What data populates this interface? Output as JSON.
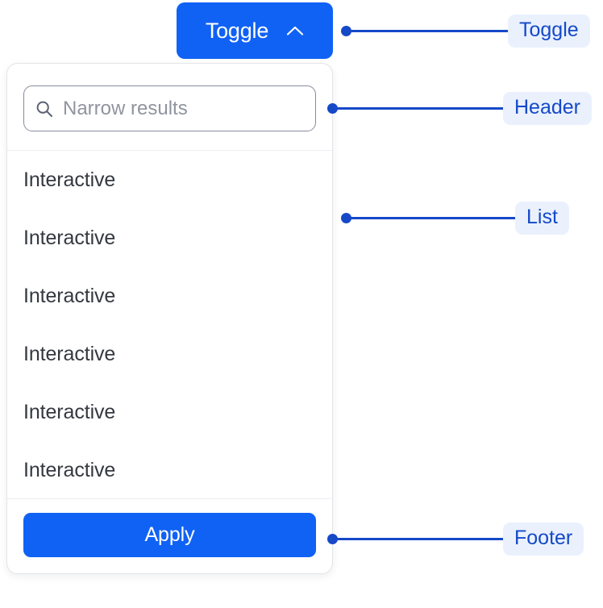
{
  "toggle": {
    "label": "Toggle",
    "icon": "chevron-up-icon",
    "background_color": "#1062f5",
    "text_color": "#ffffff"
  },
  "panel": {
    "header": {
      "search": {
        "icon": "search-icon",
        "placeholder": "Narrow results",
        "value": ""
      }
    },
    "list": {
      "items": [
        {
          "label": "Interactive"
        },
        {
          "label": "Interactive"
        },
        {
          "label": "Interactive"
        },
        {
          "label": "Interactive"
        },
        {
          "label": "Interactive"
        },
        {
          "label": "Interactive"
        }
      ]
    },
    "footer": {
      "apply_label": "Apply",
      "apply_background_color": "#1062f5"
    }
  },
  "annotations": {
    "toggle": "Toggle",
    "header": "Header",
    "list": "List",
    "footer": "Footer",
    "accent_color": "#1549c8",
    "badge_background_color": "#eaf1fd"
  }
}
